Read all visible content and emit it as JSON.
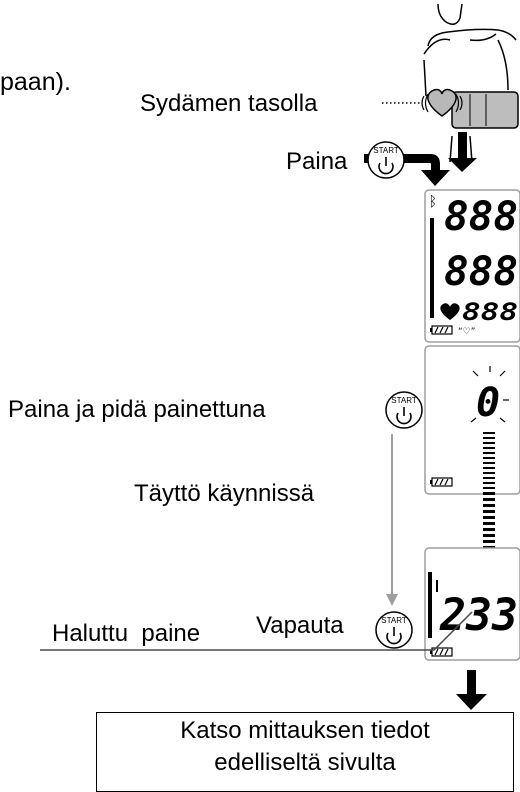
{
  "texts": {
    "cut_top_left": "paan).",
    "heart_level": "Sydämen tasolla",
    "press": "Paina",
    "press_hold": "Paina ja pidä painettuna",
    "inflating": "Täyttö käynnissä",
    "release": "Vapauta",
    "desired_pressure": "Haluttu  paine",
    "note_line1": "Katso mittauksen tiedot",
    "note_line2": "edelliseltä sivulta"
  },
  "button": {
    "label": "START"
  },
  "display1": {
    "sys": "888",
    "dia": "888",
    "pulse": "888"
  },
  "display2": {
    "value": "0"
  },
  "display3": {
    "value": "233"
  },
  "icons": [
    "person-arm-cuff-icon",
    "heart-icon",
    "start-power-button-icon",
    "battery-icon",
    "bluetooth-icon",
    "down-arrow-icon"
  ]
}
